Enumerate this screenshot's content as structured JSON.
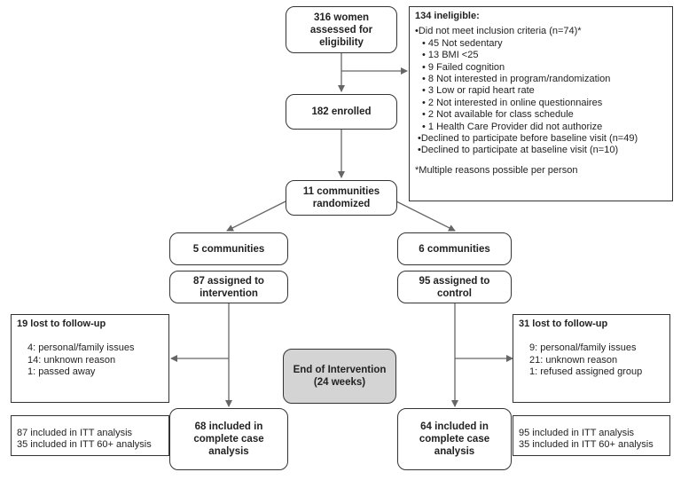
{
  "boxes": {
    "assessed": "316 women assessed for eligibility",
    "enrolled": "182 enrolled",
    "randomized": "11 communities randomized",
    "left_communities": "5 communities",
    "right_communities": "6 communities",
    "left_assigned": "87 assigned to intervention",
    "right_assigned": "95 assigned to control",
    "end_of_intervention": "End of Intervention (24 weeks)",
    "left_included": "68 included in complete case analysis",
    "right_included": "64 included in complete case analysis"
  },
  "ineligible": {
    "title": "134 ineligible:",
    "lines": [
      "•Did not meet inclusion criteria (n=74)*",
      "• 45 Not sedentary",
      "• 13 BMI <25",
      "• 9 Failed cognition",
      "• 8 Not interested in program/randomization",
      "• 3 Low or rapid heart rate",
      "• 2 Not interested in online questionnaires",
      "• 2 Not available for class schedule",
      "• 1 Health Care Provider did not authorize",
      "•Declined to participate before baseline visit (n=49)",
      "•Declined to participate at baseline visit (n=10)"
    ],
    "footnote": "*Multiple reasons possible per person"
  },
  "left_lost": {
    "title": "19 lost to follow-up",
    "lines": [
      "4: personal/family issues",
      "14: unknown reason",
      "1: passed away"
    ]
  },
  "right_lost": {
    "title": "31 lost to follow-up",
    "lines": [
      "9: personal/family issues",
      "21: unknown reason",
      "1: refused assigned group"
    ]
  },
  "left_itt": {
    "lines": [
      "87 included in ITT analysis",
      "35 included in ITT 60+ analysis"
    ]
  },
  "right_itt": {
    "lines": [
      "95 included in ITT analysis",
      "35 included in ITT 60+ analysis"
    ]
  },
  "colors": {
    "line": "#666666",
    "gray_box": "#d4d4d4"
  }
}
